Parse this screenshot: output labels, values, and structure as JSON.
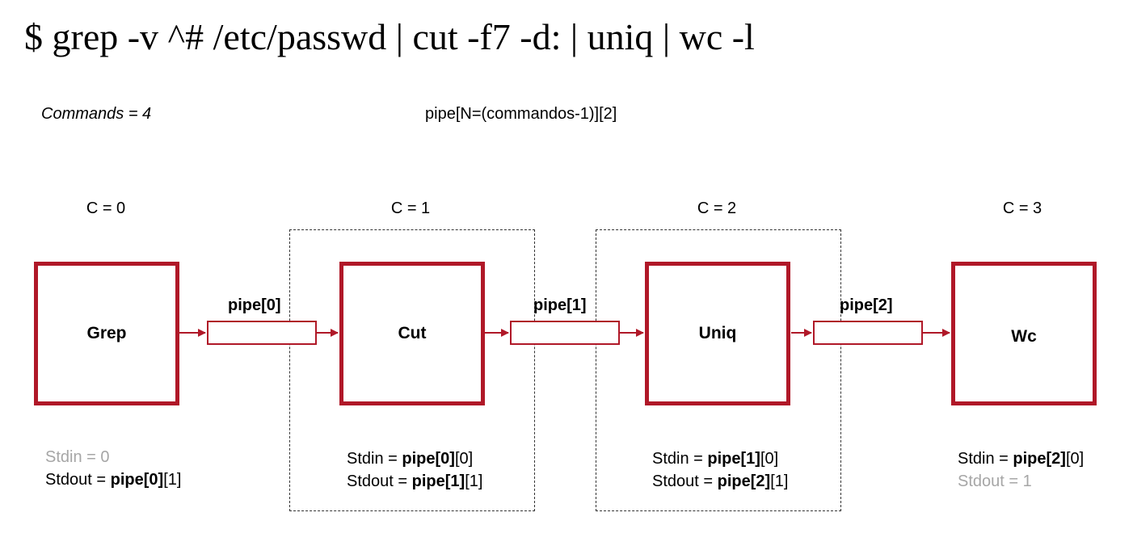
{
  "title": "$ grep -v ^# /etc/passwd | cut -f7 -d: | uniq | wc -l",
  "commands_note": "Commands = 4",
  "pipe_note": "pipe[N=(commandos-1)][2]",
  "accent_color": "#b01828",
  "processes": [
    {
      "c_label": "C = 0",
      "name": "Grep",
      "stdin": {
        "prefix": "Stdin = 0",
        "pipe": "",
        "suffix": ""
      },
      "stdout": {
        "prefix": "Stdout = ",
        "pipe": "pipe[0]",
        "suffix": "[1]"
      }
    },
    {
      "c_label": "C = 1",
      "name": "Cut",
      "stdin": {
        "prefix": "Stdin = ",
        "pipe": "pipe[0]",
        "suffix": "[0]"
      },
      "stdout": {
        "prefix": "Stdout = ",
        "pipe": "pipe[1]",
        "suffix": "[1]"
      }
    },
    {
      "c_label": "C = 2",
      "name": "Uniq",
      "stdin": {
        "prefix": "Stdin = ",
        "pipe": "pipe[1]",
        "suffix": "[0]"
      },
      "stdout": {
        "prefix": "Stdout = ",
        "pipe": "pipe[2]",
        "suffix": "[1]"
      }
    },
    {
      "c_label": "C = 3",
      "name": "Wc",
      "stdin": {
        "prefix": "Stdin = ",
        "pipe": "pipe[2]",
        "suffix": "[0]"
      },
      "stdout": {
        "prefix": "Stdout = 1",
        "pipe": "",
        "suffix": ""
      }
    }
  ],
  "pipes": [
    "pipe[0]",
    "pipe[1]",
    "pipe[2]"
  ]
}
